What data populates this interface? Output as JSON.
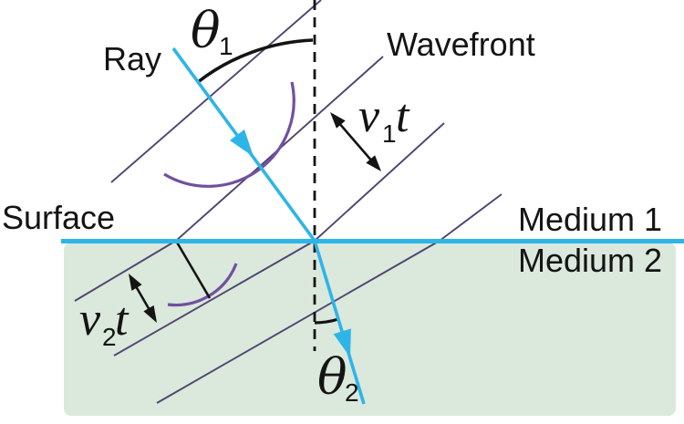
{
  "diagram": {
    "labels": {
      "ray": "Ray",
      "wavefront": "Wavefront",
      "surface": "Surface",
      "medium1": "Medium 1",
      "medium2": "Medium 2"
    },
    "math": {
      "theta1": {
        "base": "θ",
        "sub": "1"
      },
      "theta2": {
        "base": "θ",
        "sub": "2"
      },
      "v1t": {
        "base": "v",
        "sub": "1",
        "suffix": "t"
      },
      "v2t": {
        "base": "v",
        "sub": "2",
        "suffix": "t"
      }
    },
    "colors": {
      "ray": "#2eb5e8",
      "surface": "#2eb5e8",
      "wavefront": "#4f4570",
      "wavelet": "#7050a0",
      "medium2_fill": "#dbe8dc",
      "ink": "#141414"
    }
  }
}
